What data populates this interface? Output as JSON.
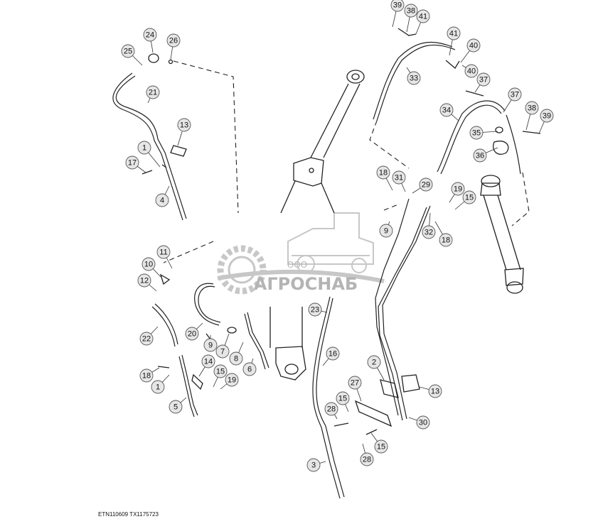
{
  "figure": {
    "caption": "ETN110609  TX1175723"
  },
  "watermark": {
    "prefix": "ООО",
    "name": "АГРОСНАБ"
  },
  "callouts": [
    {
      "n": "39"
    },
    {
      "n": "38"
    },
    {
      "n": "41"
    },
    {
      "n": "41"
    },
    {
      "n": "40"
    },
    {
      "n": "40"
    },
    {
      "n": "33"
    },
    {
      "n": "37"
    },
    {
      "n": "37"
    },
    {
      "n": "34"
    },
    {
      "n": "38"
    },
    {
      "n": "39"
    },
    {
      "n": "35"
    },
    {
      "n": "36"
    },
    {
      "n": "24"
    },
    {
      "n": "26"
    },
    {
      "n": "25"
    },
    {
      "n": "21"
    },
    {
      "n": "13"
    },
    {
      "n": "1"
    },
    {
      "n": "17"
    },
    {
      "n": "4"
    },
    {
      "n": "18"
    },
    {
      "n": "31"
    },
    {
      "n": "29"
    },
    {
      "n": "19"
    },
    {
      "n": "15"
    },
    {
      "n": "9"
    },
    {
      "n": "32"
    },
    {
      "n": "18"
    },
    {
      "n": "11"
    },
    {
      "n": "10"
    },
    {
      "n": "12"
    },
    {
      "n": "22"
    },
    {
      "n": "20"
    },
    {
      "n": "9"
    },
    {
      "n": "7"
    },
    {
      "n": "8"
    },
    {
      "n": "6"
    },
    {
      "n": "18"
    },
    {
      "n": "14"
    },
    {
      "n": "15"
    },
    {
      "n": "19"
    },
    {
      "n": "1"
    },
    {
      "n": "5"
    },
    {
      "n": "23"
    },
    {
      "n": "16"
    },
    {
      "n": "2"
    },
    {
      "n": "13"
    },
    {
      "n": "27"
    },
    {
      "n": "15"
    },
    {
      "n": "28"
    },
    {
      "n": "30"
    },
    {
      "n": "15"
    },
    {
      "n": "28"
    },
    {
      "n": "3"
    }
  ]
}
